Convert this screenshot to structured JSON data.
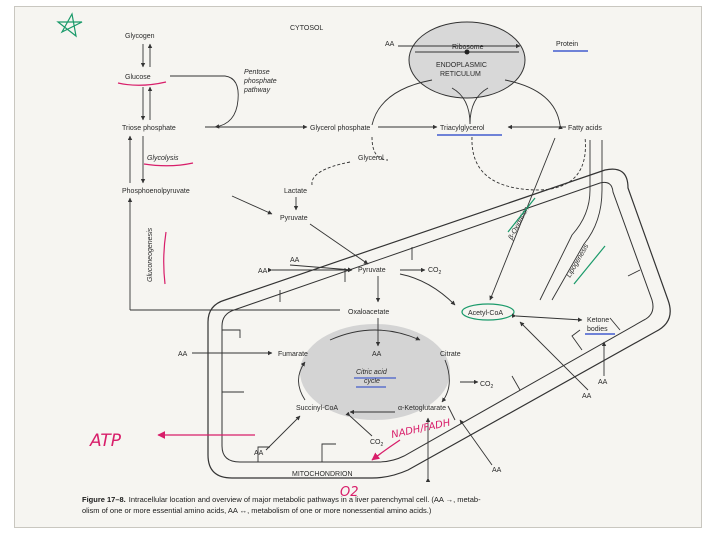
{
  "title": "CYTOSOL",
  "organelles": {
    "er_line1": "ENDOPLASMIC",
    "er_line2": "RETICULUM",
    "ribosome": "Ribosome",
    "mitochondrion": "MITOCHONDRION"
  },
  "cytosol_labels": {
    "glycogen": "Glycogen",
    "glucose": "Glucose",
    "pentose1": "Pentose",
    "pentose2": "phosphate",
    "pentose3": "pathway",
    "triose_phosphate": "Triose phosphate",
    "glycerol_phosphate": "Glycerol phosphate",
    "triacylglycerol": "Triacylglycerol",
    "fatty_acids": "Fatty acids",
    "glycerol": "Glycerol",
    "glycolysis": "Glycolysis",
    "phosphoenolpyruvate": "Phosphoenolpyruvate",
    "lactate": "Lactate",
    "pyruvate_cyt": "Pyruvate",
    "gluconeogenesis": "Gluconeogenesis",
    "aa_top": "AA",
    "protein": "Protein",
    "lipogenesis": "Lipogenesis",
    "beta_oxidation": "β-Oxidation"
  },
  "mito_labels": {
    "pyruvate": "Pyruvate",
    "co2_a": "CO",
    "oxaloacetate": "Oxaloacetate",
    "acetyl_coa": "Acetyl-CoA",
    "ketone1": "Ketone",
    "ketone2": "bodies",
    "fumarate": "Fumarate",
    "aa_center": "AA",
    "citrate": "Citrate",
    "cycle1": "Citric acid",
    "cycle2": "cycle",
    "co2_b": "CO",
    "succinyl": "Succinyl-CoA",
    "akg": "α-Ketoglutarate",
    "co2_c": "CO",
    "sub2": "2"
  },
  "aa_markers": [
    "AA",
    "AA",
    "AA",
    "AA",
    "AA",
    "AA",
    "AA",
    "AA",
    "AA"
  ],
  "handwriting": {
    "atp": "ATP",
    "nadh": "NADH/FADH",
    "o2": "O2"
  },
  "caption": {
    "figure": "Figure 17–8.",
    "line1": "Intracellular location and overview of major metabolic pathways in a liver parenchymal cell. (AA →, metab-",
    "line2": "olism of one or more essential amino acids, AA ↔, metabolism of one or more nonessential amino acids.)"
  },
  "colors": {
    "pink_annotation": "#d81e6a",
    "blue_annotation": "#1f3fc8",
    "green_annotation": "#1a9a6a"
  }
}
